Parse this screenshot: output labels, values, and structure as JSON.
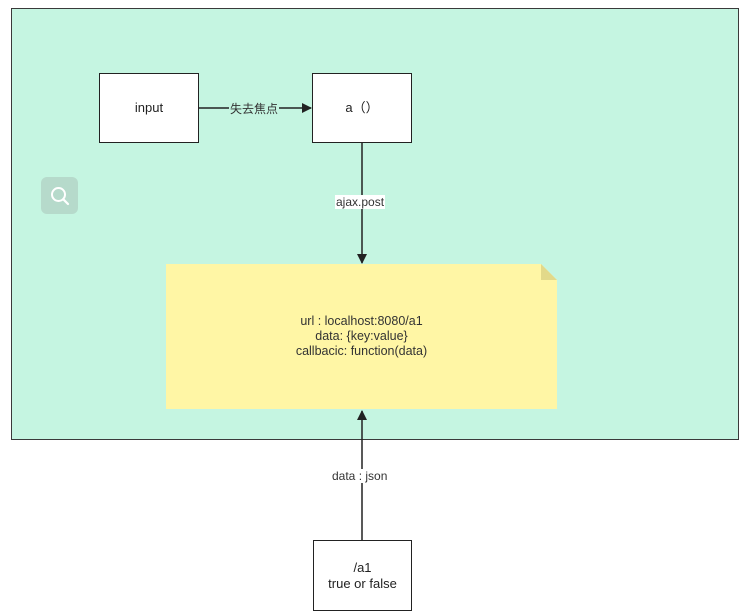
{
  "nodes": {
    "input": "input",
    "a_func": "a（）",
    "a1": [
      "/a1",
      "true or false"
    ]
  },
  "note": {
    "lines": [
      "url : localhost:8080/a1",
      "data: {key:value}",
      "callbacic: function(data)"
    ],
    "fill": "#fff6a5"
  },
  "edges": {
    "blur": "失去焦点",
    "ajax": "ajax.post",
    "json": "data : json"
  },
  "colors": {
    "container_bg": "#c5f5e1",
    "note_bg": "#fff6a5",
    "stroke": "#222222"
  },
  "icons": {
    "search": "search-icon"
  }
}
